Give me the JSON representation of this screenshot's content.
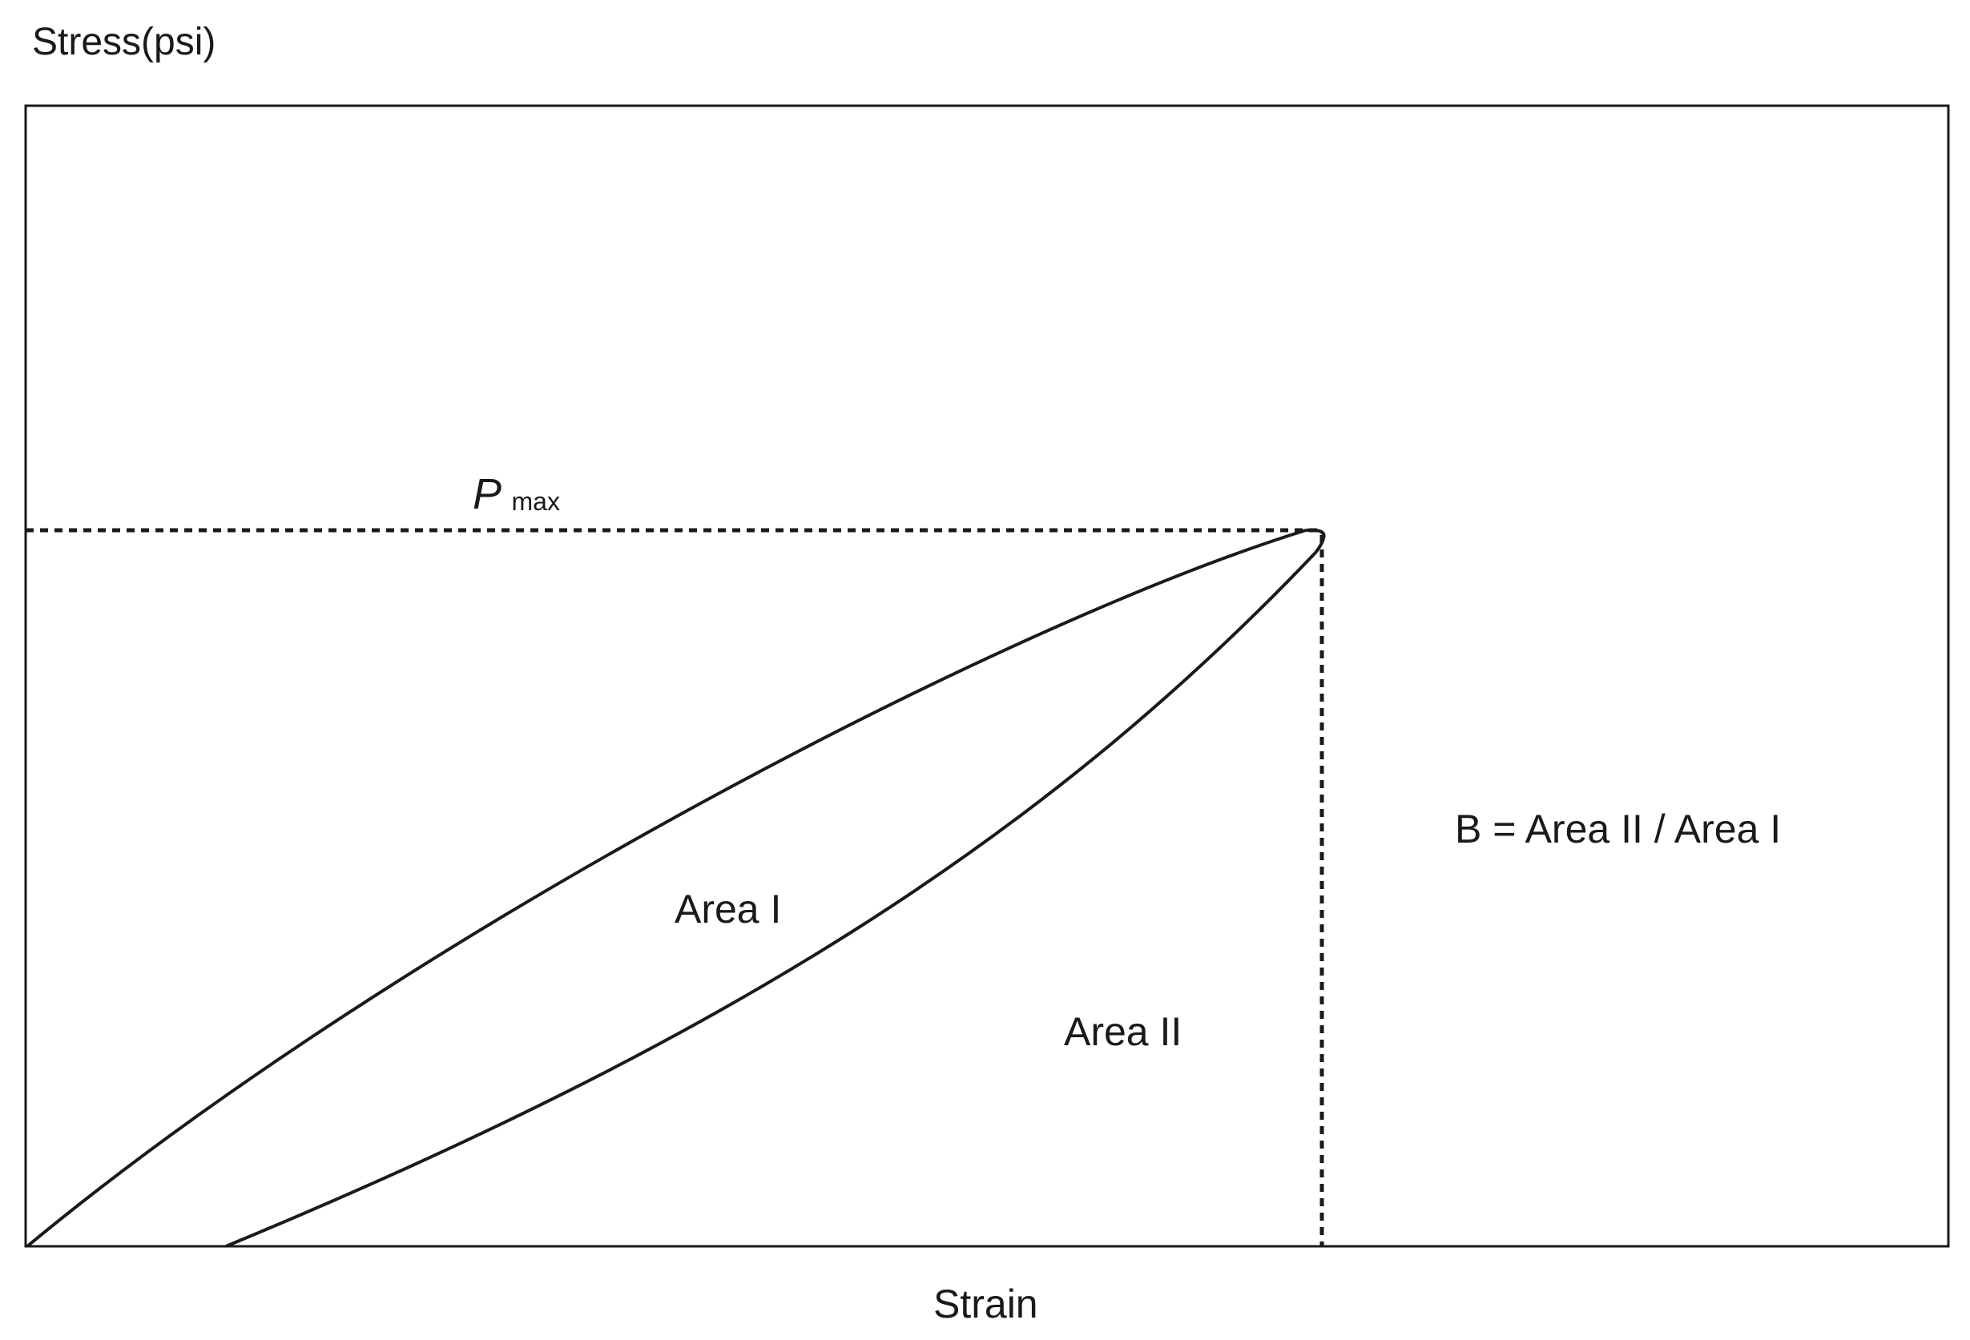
{
  "axes": {
    "y_label": "Stress(psi)",
    "x_label": "Strain"
  },
  "annotations": {
    "pmax_symbol": "P",
    "pmax_subscript": "max",
    "area_one": "Area I",
    "area_two": "Area II",
    "formula": "B = Area II / Area I"
  },
  "colors": {
    "line": "#1a1a1a",
    "background": "#ffffff"
  }
}
